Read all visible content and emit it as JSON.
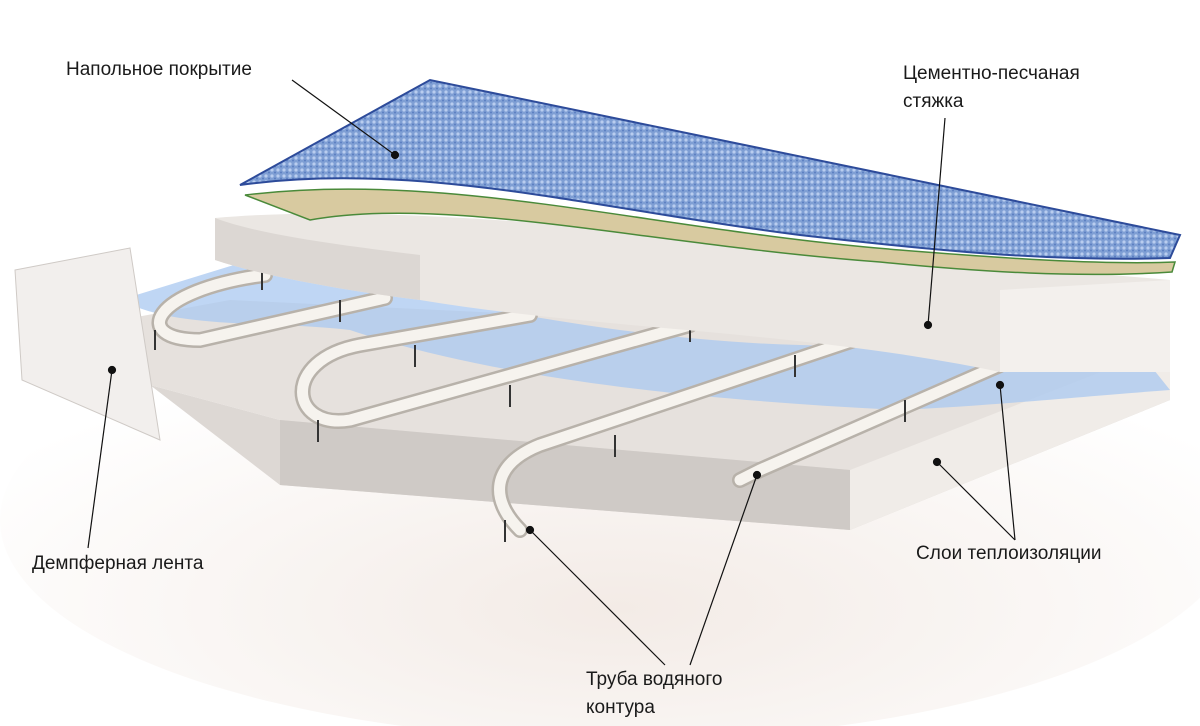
{
  "labels": {
    "floor_covering": "Напольное покрытие",
    "screed_line1": "Цементно-песчаная",
    "screed_line2": "стяжка",
    "damper_tape": "Демпферная лента",
    "insulation": "Слои теплоизоляции",
    "pipe_line1": "Труба водяного",
    "pipe_line2": "контура"
  },
  "colors": {
    "covering": "#7f9fd4",
    "underlay": "#d8caa0",
    "green_line": "#4a8a3a",
    "screed": "#ece8e4",
    "film": "#a9c8f0",
    "pipe": "#f4f1ec"
  }
}
